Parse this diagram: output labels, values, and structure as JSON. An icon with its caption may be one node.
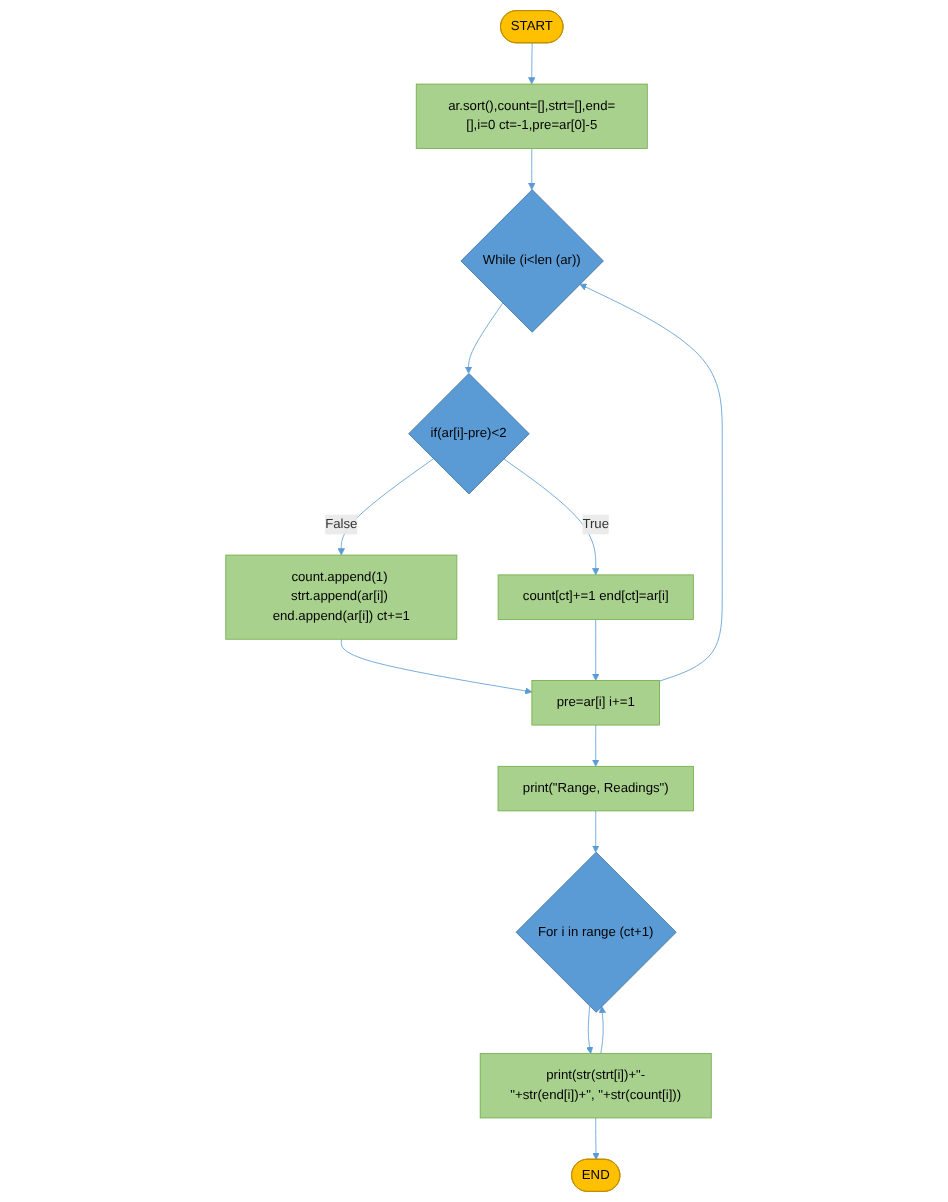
{
  "diagram": {
    "nodes": [
      {
        "text": [
          "START"
        ]
      },
      {
        "text": [
          "ar.sort(),count=[],strt=[],end=[],i=0 ct=-1,pre=ar[0]-5"
        ]
      },
      {
        "text": [
          "While (i<len (ar))"
        ]
      },
      {
        "text": [
          "if(ar[i]-pre)<2"
        ]
      },
      {
        "text": [
          "count.append(1) strt.append(ar[i]) end.append(ar[i]) ct+=1"
        ]
      },
      {
        "text": [
          "count[ct]+=1 end[ct]=ar[i]"
        ]
      },
      {
        "text": [
          "pre=ar[i] i+=1"
        ]
      },
      {
        "text": [
          "print(\"Range, Readings\")"
        ]
      },
      {
        "text": [
          "For i in range (ct+1)"
        ]
      },
      {
        "text": [
          "print(str(strt[i])+\"-\"+str(end[i])+\", \"+str(count[i]))"
        ]
      },
      {
        "text": [
          "END"
        ]
      }
    ],
    "edges": [
      {
        "from": 0,
        "to": 1,
        "arrow": "to"
      },
      {
        "from": 1,
        "to": 2,
        "arrow": "to"
      },
      {
        "from": 2,
        "to": 3,
        "arrow": "to"
      },
      {
        "from": 3,
        "to": 4,
        "arrow": "to",
        "label": "False"
      },
      {
        "from": 3,
        "to": 5,
        "arrow": "to",
        "label": "True"
      },
      {
        "from": 4,
        "to": 6,
        "arrow": "to"
      },
      {
        "from": 5,
        "to": 6,
        "arrow": "to"
      },
      {
        "from": 6,
        "to": 2,
        "arrow": "to"
      },
      {
        "from": 6,
        "to": 7,
        "arrow": "to"
      },
      {
        "from": 7,
        "to": 8,
        "arrow": "to"
      },
      {
        "from": 8,
        "to": 9,
        "arrow": "to"
      },
      {
        "from": 9,
        "to": 8,
        "arrow": "to"
      },
      {
        "from": 9,
        "to": 10,
        "arrow": "to"
      }
    ]
  }
}
